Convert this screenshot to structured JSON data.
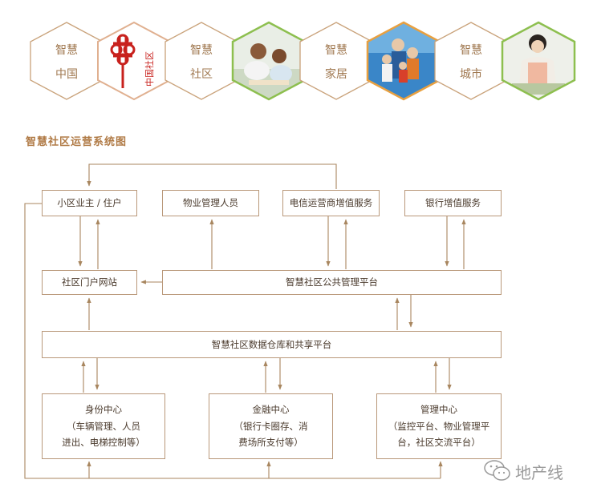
{
  "top_tiles": [
    {
      "line1": "智慧",
      "line2": "中国"
    },
    {
      "image": "china-community-logo",
      "logo_text": "中国社区"
    },
    {
      "line1": "智慧",
      "line2": "社区"
    },
    {
      "image": "family-photo"
    },
    {
      "line1": "智慧",
      "line2": "家居"
    },
    {
      "image": "family-outdoor-photo"
    },
    {
      "line1": "智慧",
      "line2": "城市"
    },
    {
      "image": "kitchen-photo"
    }
  ],
  "diagram": {
    "title": "智慧社区运营系统图",
    "nodes": {
      "residents": "小区业主 / 住户",
      "property_staff": "物业管理人员",
      "telecom": "电信运营商增值服务",
      "bank": "银行增值服务",
      "portal": "社区门户网站",
      "public_platform": "智慧社区公共管理平台",
      "warehouse": "智慧社区数据仓库和共享平台",
      "identity": {
        "title": "身份中心",
        "line1": "（车辆管理、人员",
        "line2": "进出、电梯控制等）"
      },
      "finance": {
        "title": "金融中心",
        "line1": "（银行卡圈存、消",
        "line2": "费场所支付等）"
      },
      "management": {
        "title": "管理中心",
        "line1": "（监控平台、物业管理平",
        "line2": "台，社区交流平台）"
      }
    }
  },
  "colors": {
    "accent": "#b07a45",
    "line": "#a8865f",
    "border": "#b9987a",
    "hex_stroke": "#c9a27a"
  },
  "watermark": {
    "text": "地产线",
    "icon": "wechat-icon"
  }
}
